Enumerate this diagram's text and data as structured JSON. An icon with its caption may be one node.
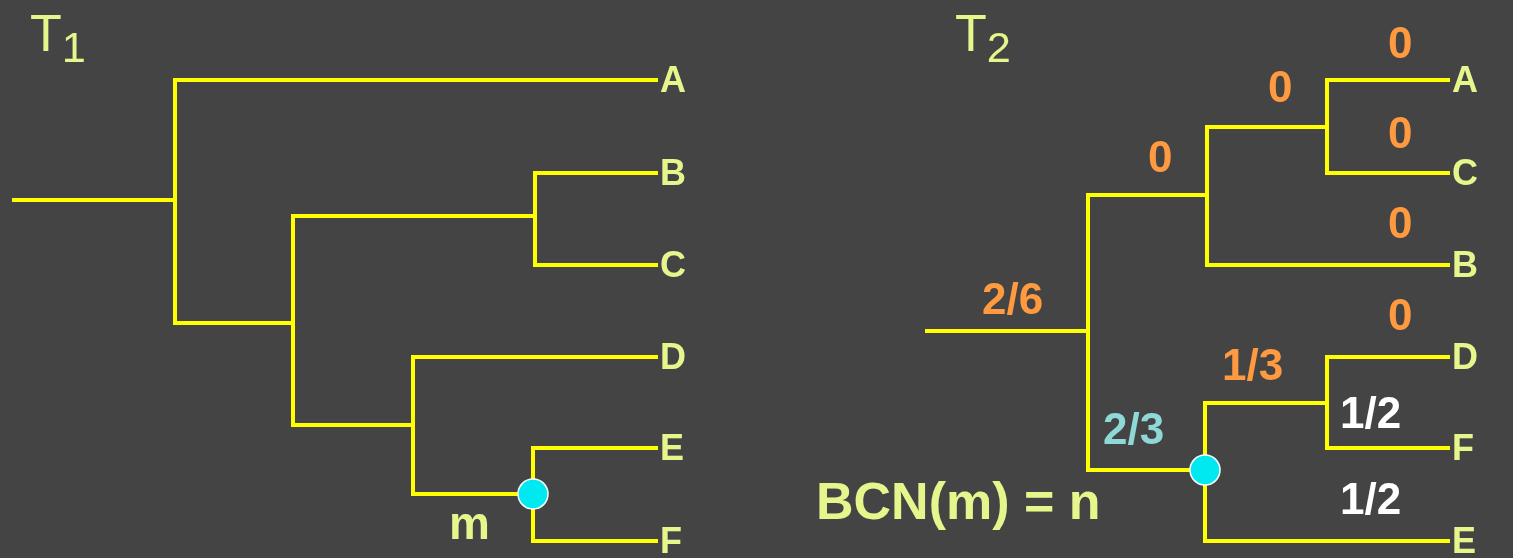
{
  "diagram": {
    "nodes": [
      {
        "text": [
          "A"
        ]
      },
      {
        "text": [
          "B"
        ]
      },
      {
        "text": [
          "C"
        ]
      },
      {
        "text": [
          "D"
        ]
      },
      {
        "text": [
          "E"
        ]
      },
      {
        "text": [],
        "shape": "circle",
        "beside": [
          "m"
        ]
      },
      {
        "text": [
          "F"
        ]
      },
      {
        "text": [
          "A"
        ]
      },
      {
        "text": [
          "C"
        ]
      },
      {
        "text": [
          "B"
        ]
      },
      {
        "text": [
          "D"
        ]
      },
      {
        "text": [
          "F"
        ]
      },
      {
        "text": [],
        "shape": "circle"
      },
      {
        "text": [
          "E"
        ]
      }
    ],
    "edges": [
      {
        "from": null,
        "to": 0,
        "arrow": "none"
      },
      {
        "from": null,
        "to": 1,
        "arrow": "none"
      },
      {
        "from": null,
        "to": 2,
        "arrow": "none"
      },
      {
        "from": null,
        "to": 3,
        "arrow": "none"
      },
      {
        "from": null,
        "to": 5,
        "arrow": "none"
      },
      {
        "from": 5,
        "to": 4,
        "arrow": "none"
      },
      {
        "from": 5,
        "to": 6,
        "arrow": "none"
      },
      {
        "from": null,
        "to": 7,
        "arrow": "none"
      },
      {
        "from": null,
        "to": 8,
        "arrow": "none"
      },
      {
        "from": null,
        "to": 9,
        "arrow": "none"
      },
      {
        "from": null,
        "to": 12,
        "arrow": "none"
      },
      {
        "from": 12,
        "to": 10,
        "arrow": "none"
      },
      {
        "from": 12,
        "to": 11,
        "arrow": "none"
      },
      {
        "from": 12,
        "to": 13,
        "arrow": "none"
      }
    ],
    "labels": [
      "T$_{1}$",
      "T$_{2}$",
      "0",
      "0",
      "0",
      "0",
      "0",
      "2/6",
      "0",
      "1/3",
      "1/2",
      "2/3",
      "1/2",
      "BCN(m) = n"
    ]
  }
}
